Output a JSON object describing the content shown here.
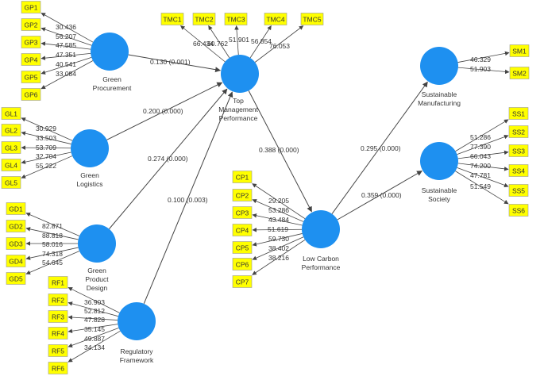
{
  "constructs": {
    "gp": {
      "name": "Green\nProcurement"
    },
    "gl": {
      "name": "Green\nLogistics"
    },
    "gpd": {
      "name": "Green\nProduct\nDesign"
    },
    "rf": {
      "name": "Regulatory\nFramework"
    },
    "tmp": {
      "name": "Top\nManagement\nPerformance"
    },
    "lcp": {
      "name": "Low Carbon\nPerformance"
    },
    "sm": {
      "name": "Sustainable\nManufacturing"
    },
    "ss": {
      "name": "Sustainable\nSociety"
    }
  },
  "indicators": [
    {
      "id": "gp1",
      "label": "GP1",
      "construct": "gp",
      "value": "30.436"
    },
    {
      "id": "gp2",
      "label": "GP2",
      "construct": "gp",
      "value": "56.207"
    },
    {
      "id": "gp3",
      "label": "GP3",
      "construct": "gp",
      "value": "47.585"
    },
    {
      "id": "gp4",
      "label": "GP4",
      "construct": "gp",
      "value": "47.351"
    },
    {
      "id": "gp5",
      "label": "GP5",
      "construct": "gp",
      "value": "40.541"
    },
    {
      "id": "gp6",
      "label": "GP6",
      "construct": "gp",
      "value": "33.084"
    },
    {
      "id": "gl1",
      "label": "GL1",
      "construct": "gl",
      "value": "30.929"
    },
    {
      "id": "gl2",
      "label": "GL2",
      "construct": "gl",
      "value": "33.503"
    },
    {
      "id": "gl3",
      "label": "GL3",
      "construct": "gl",
      "value": "53.709"
    },
    {
      "id": "gl4",
      "label": "GL4",
      "construct": "gl",
      "value": "32.704"
    },
    {
      "id": "gl5",
      "label": "GL5",
      "construct": "gl",
      "value": "55.222"
    },
    {
      "id": "gd1",
      "label": "GD1",
      "construct": "gpd",
      "value": "82.871"
    },
    {
      "id": "gd2",
      "label": "GD2",
      "construct": "gpd",
      "value": "88.818"
    },
    {
      "id": "gd3",
      "label": "GD3",
      "construct": "gpd",
      "value": "58.016"
    },
    {
      "id": "gd4",
      "label": "GD4",
      "construct": "gpd",
      "value": "74.318"
    },
    {
      "id": "gd5",
      "label": "GD5",
      "construct": "gpd",
      "value": "54.645"
    },
    {
      "id": "rf1",
      "label": "RF1",
      "construct": "rf",
      "value": "36.903"
    },
    {
      "id": "rf2",
      "label": "RF2",
      "construct": "rf",
      "value": "52.812"
    },
    {
      "id": "rf3",
      "label": "RF3",
      "construct": "rf",
      "value": "47.828"
    },
    {
      "id": "rf4",
      "label": "RF4",
      "construct": "rf",
      "value": "35.145"
    },
    {
      "id": "rf5",
      "label": "RF5",
      "construct": "rf",
      "value": "49.887"
    },
    {
      "id": "rf6",
      "label": "RF6",
      "construct": "rf",
      "value": "34.134"
    },
    {
      "id": "tmc1",
      "label": "TMC1",
      "construct": "tmp",
      "value": "66.434"
    },
    {
      "id": "tmc2",
      "label": "TMC2",
      "construct": "tmp",
      "value": "60.762"
    },
    {
      "id": "tmc3",
      "label": "TMC3",
      "construct": "tmp",
      "value": "51.901"
    },
    {
      "id": "tmc4",
      "label": "TMC4",
      "construct": "tmp",
      "value": "56.854"
    },
    {
      "id": "tmc5",
      "label": "TMC5",
      "construct": "tmp",
      "value": "76.053"
    },
    {
      "id": "cp1",
      "label": "CP1",
      "construct": "lcp",
      "value": "29.205"
    },
    {
      "id": "cp2",
      "label": "CP2",
      "construct": "lcp",
      "value": "53.286"
    },
    {
      "id": "cp3",
      "label": "CP3",
      "construct": "lcp",
      "value": "43.484"
    },
    {
      "id": "cp4",
      "label": "CP4",
      "construct": "lcp",
      "value": "51.619"
    },
    {
      "id": "cp5",
      "label": "CP5",
      "construct": "lcp",
      "value": "59.730"
    },
    {
      "id": "cp6",
      "label": "CP6",
      "construct": "lcp",
      "value": "38.402"
    },
    {
      "id": "cp7",
      "label": "CP7",
      "construct": "lcp",
      "value": "38.216"
    },
    {
      "id": "sm1",
      "label": "SM1",
      "construct": "sm",
      "value": "46.329"
    },
    {
      "id": "sm2",
      "label": "SM2",
      "construct": "sm",
      "value": "51.903"
    },
    {
      "id": "ss1",
      "label": "SS1",
      "construct": "ss",
      "value": "51.286"
    },
    {
      "id": "ss2",
      "label": "SS2",
      "construct": "ss",
      "value": "77.390"
    },
    {
      "id": "ss3",
      "label": "SS3",
      "construct": "ss",
      "value": "66.043"
    },
    {
      "id": "ss4",
      "label": "SS4",
      "construct": "ss",
      "value": "74.200"
    },
    {
      "id": "ss5",
      "label": "SS5",
      "construct": "ss",
      "value": "47.781"
    },
    {
      "id": "ss6",
      "label": "SS6",
      "construct": "ss",
      "value": "51.549"
    }
  ],
  "paths": [
    {
      "from": "gp",
      "to": "tmp",
      "label": "0.130 (0.001)"
    },
    {
      "from": "gl",
      "to": "tmp",
      "label": "0.200 (0.000)"
    },
    {
      "from": "gpd",
      "to": "tmp",
      "label": "0.274 (0.000)"
    },
    {
      "from": "rf",
      "to": "tmp",
      "label": "0.100 (0.003)"
    },
    {
      "from": "tmp",
      "to": "lcp",
      "label": "0.388 (0.000)"
    },
    {
      "from": "lcp",
      "to": "sm",
      "label": "0.295 (0.000)"
    },
    {
      "from": "lcp",
      "to": "ss",
      "label": "0.359 (0.000)"
    }
  ],
  "colors": {
    "construct_fill": "#1E90F0",
    "indicator_fill": "#FFFF00",
    "indicator_border": "#999999",
    "line": "#444444",
    "text": "#333333"
  }
}
